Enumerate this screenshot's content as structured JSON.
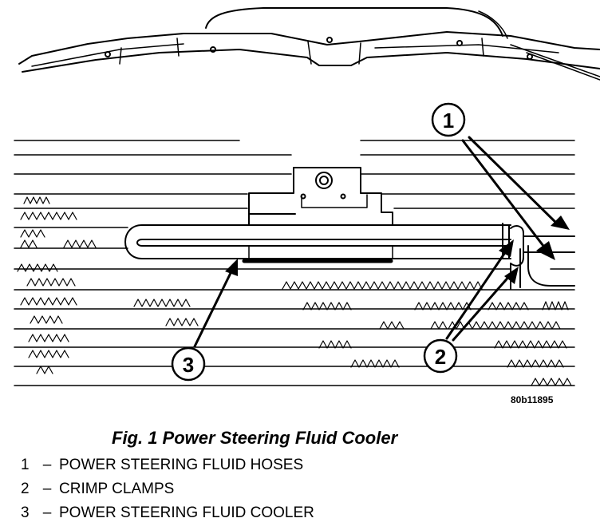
{
  "figure_id": "80b11895",
  "caption": "Fig. 1 Power Steering Fluid Cooler",
  "callouts": [
    "1",
    "2",
    "3"
  ],
  "legend": [
    {
      "num": "1",
      "dash": "–",
      "text": "POWER STEERING FLUID HOSES"
    },
    {
      "num": "2",
      "dash": "–",
      "text": "CRIMP CLAMPS"
    },
    {
      "num": "3",
      "dash": "–",
      "text": "POWER STEERING FLUID COOLER"
    }
  ]
}
